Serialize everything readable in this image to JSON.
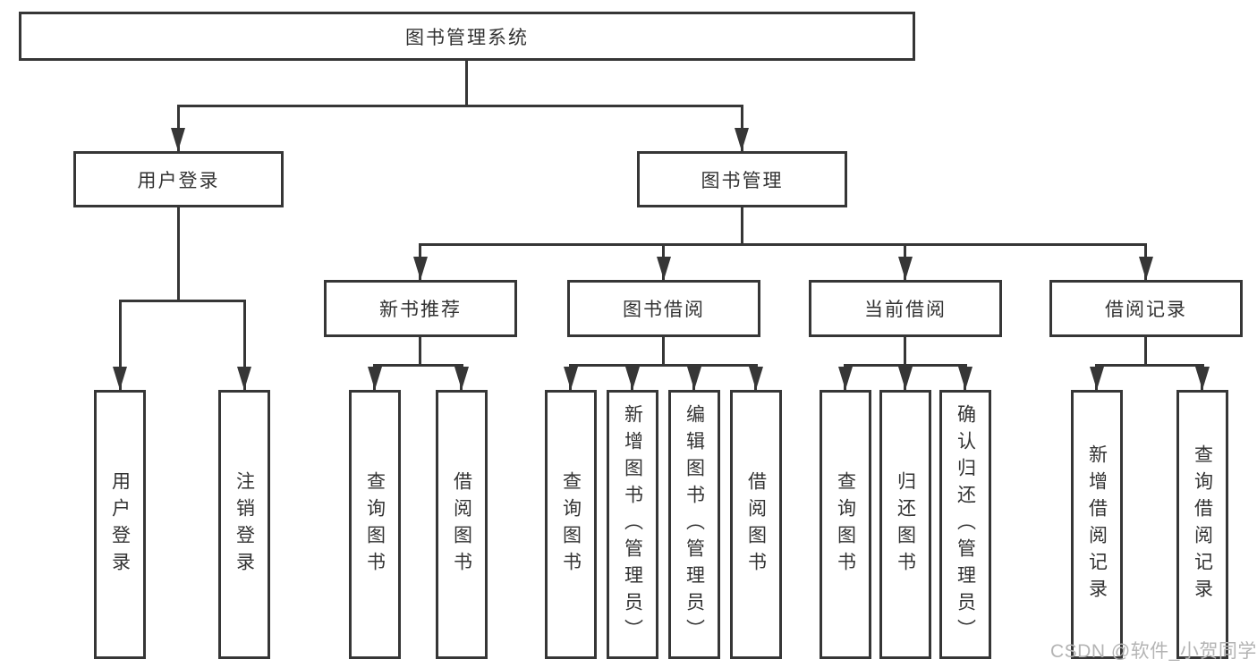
{
  "diagram": {
    "root": {
      "label": "图书管理系统"
    },
    "user_login": {
      "label": "用户登录",
      "children": [
        {
          "label": "用户登录"
        },
        {
          "label": "注销登录"
        }
      ]
    },
    "book_management": {
      "label": "图书管理",
      "groups": [
        {
          "label": "新书推荐",
          "children": [
            {
              "label": "查询图书"
            },
            {
              "label": "借阅图书"
            }
          ]
        },
        {
          "label": "图书借阅",
          "children": [
            {
              "label": "查询图书"
            },
            {
              "label": "新增图书（管理员）"
            },
            {
              "label": "编辑图书（管理员）"
            },
            {
              "label": "借阅图书"
            }
          ]
        },
        {
          "label": "当前借阅",
          "children": [
            {
              "label": "查询图书"
            },
            {
              "label": "归还图书"
            },
            {
              "label": "确认归还（管理员）"
            }
          ]
        },
        {
          "label": "借阅记录",
          "children": [
            {
              "label": "新增借阅记录"
            },
            {
              "label": "查询借阅记录"
            }
          ]
        }
      ]
    }
  },
  "watermark": {
    "text": "CSDN @软件_小贺同学"
  },
  "colors": {
    "line": "#363636",
    "box_fill": "#ffffff",
    "text": "#333333",
    "watermark": "#b4b4b4",
    "background": "#ffffff"
  }
}
